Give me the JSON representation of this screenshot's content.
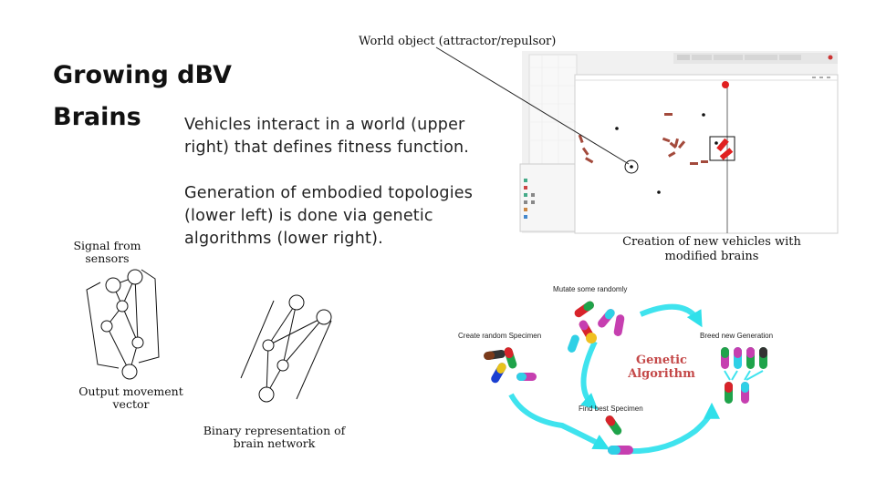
{
  "slide": {
    "title_line1": "Growing dBV",
    "title_line2": "Brains",
    "paragraph1": "Vehicles interact in a world (upper right) that defines fitness function.",
    "paragraph2": "Generation of embodied topologies (lower left) is done via genetic algorithms (lower right)."
  },
  "screenshot": {
    "world_object_label": "World object (attractor/repulsor)",
    "creation_label": "Creation of new vehicles with modified brains"
  },
  "brain_diagram": {
    "signal_label": "Signal from sensors",
    "output_label": "Output movement vector",
    "binary_label": "Binary representation of brain network"
  },
  "genetic_algorithm": {
    "mutate": "Mutate some randomly",
    "create": "Create random Specimen",
    "breed": "Breed new Generation",
    "find": "Find best Specimen",
    "center_title": "Genetic Algorithm"
  }
}
